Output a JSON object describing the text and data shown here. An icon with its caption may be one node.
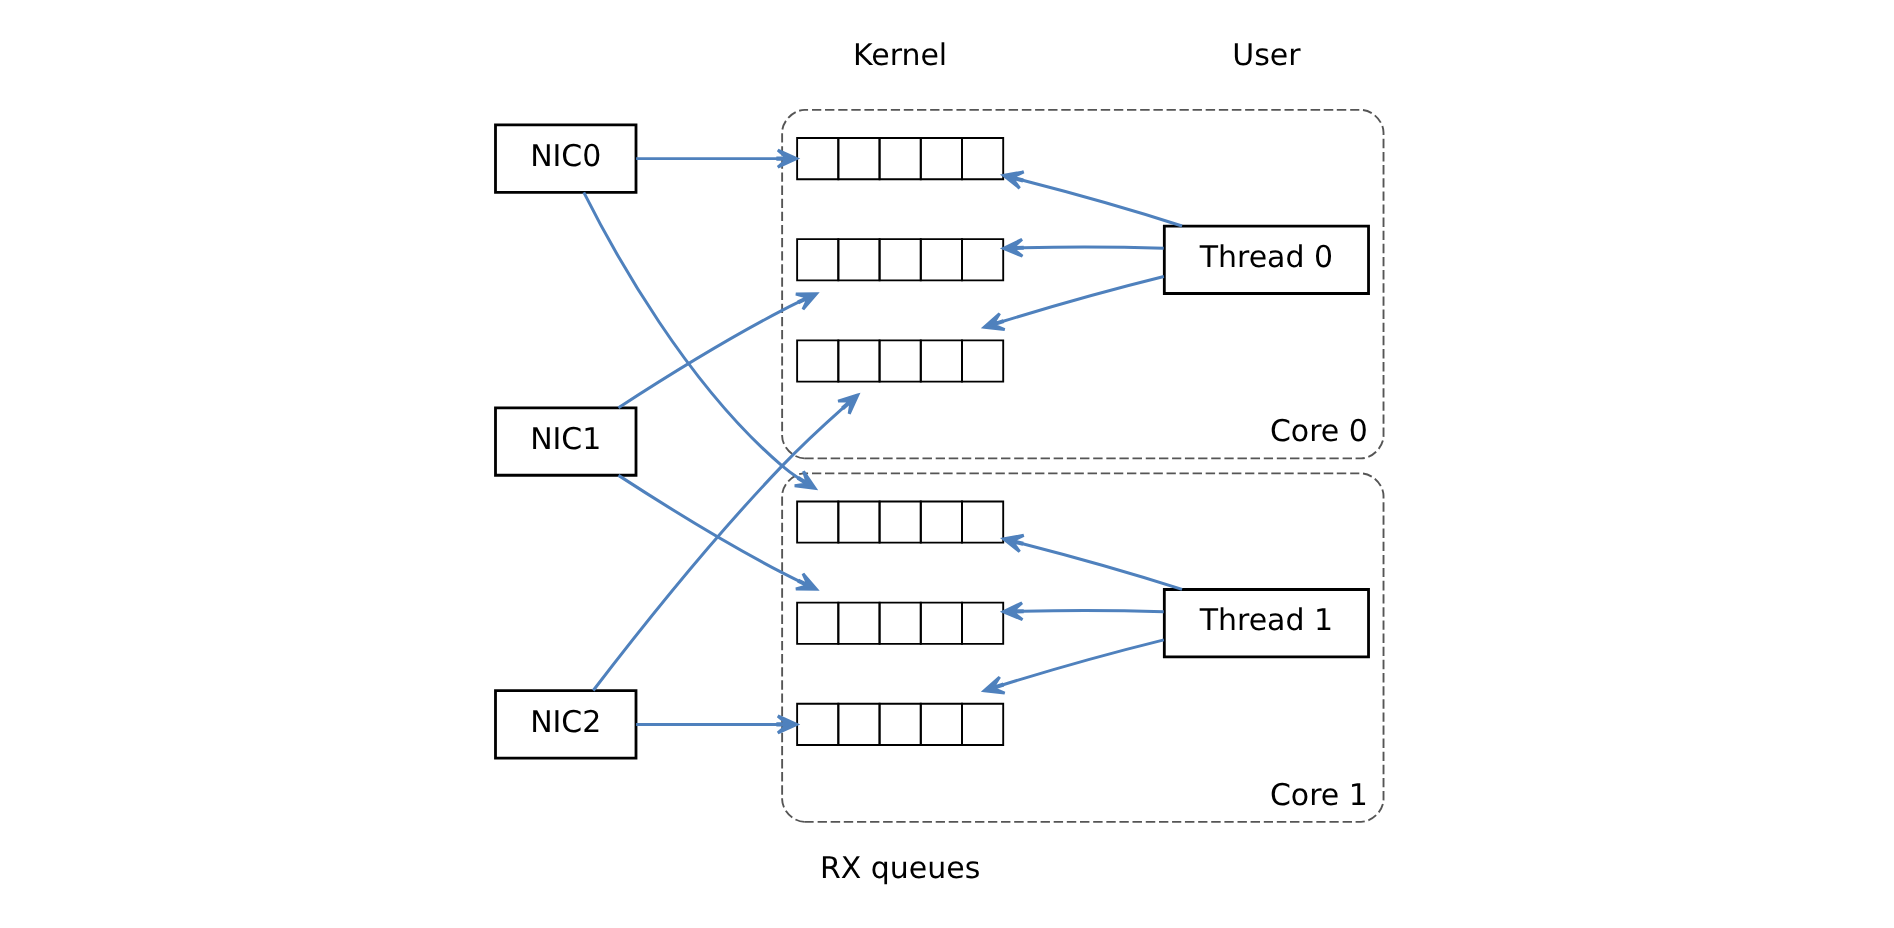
{
  "diagram": {
    "nodes": [
      {
        "text": [
          "NIC0"
        ]
      },
      {
        "text": [
          "NIC1"
        ]
      },
      {
        "text": [
          "NIC2"
        ]
      },
      {
        "text": [
          "Core 0"
        ]
      },
      {
        "text": [],
        "shape": "box",
        "in": 3
      },
      {
        "text": [],
        "shape": "box",
        "in": 3
      },
      {
        "text": [],
        "shape": "box",
        "in": 3
      },
      {
        "text": [
          "Thread 0"
        ],
        "in": 3
      },
      {
        "text": [
          "Core 1"
        ]
      },
      {
        "text": [],
        "shape": "box",
        "in": 8
      },
      {
        "text": [],
        "shape": "box",
        "in": 8
      },
      {
        "text": [],
        "shape": "box",
        "in": 8
      },
      {
        "text": [
          "Thread 1"
        ],
        "in": 8
      }
    ],
    "edges": [
      {
        "from": 0,
        "to": 4,
        "arrow": "to"
      },
      {
        "from": 0,
        "to": 9,
        "arrow": "to"
      },
      {
        "from": 1,
        "to": 5,
        "arrow": "to"
      },
      {
        "from": 1,
        "to": 10,
        "arrow": "to"
      },
      {
        "from": 2,
        "to": 6,
        "arrow": "to"
      },
      {
        "from": 2,
        "to": 11,
        "arrow": "to"
      },
      {
        "from": 7,
        "to": 4,
        "arrow": "to"
      },
      {
        "from": 7,
        "to": 5,
        "arrow": "to"
      },
      {
        "from": 7,
        "to": 6,
        "arrow": "to"
      },
      {
        "from": 12,
        "to": 9,
        "arrow": "to"
      },
      {
        "from": 12,
        "to": 10,
        "arrow": "to"
      },
      {
        "from": 12,
        "to": 11,
        "arrow": "to"
      }
    ],
    "labels": [
      "Kernel",
      "User",
      "RX queues"
    ]
  }
}
